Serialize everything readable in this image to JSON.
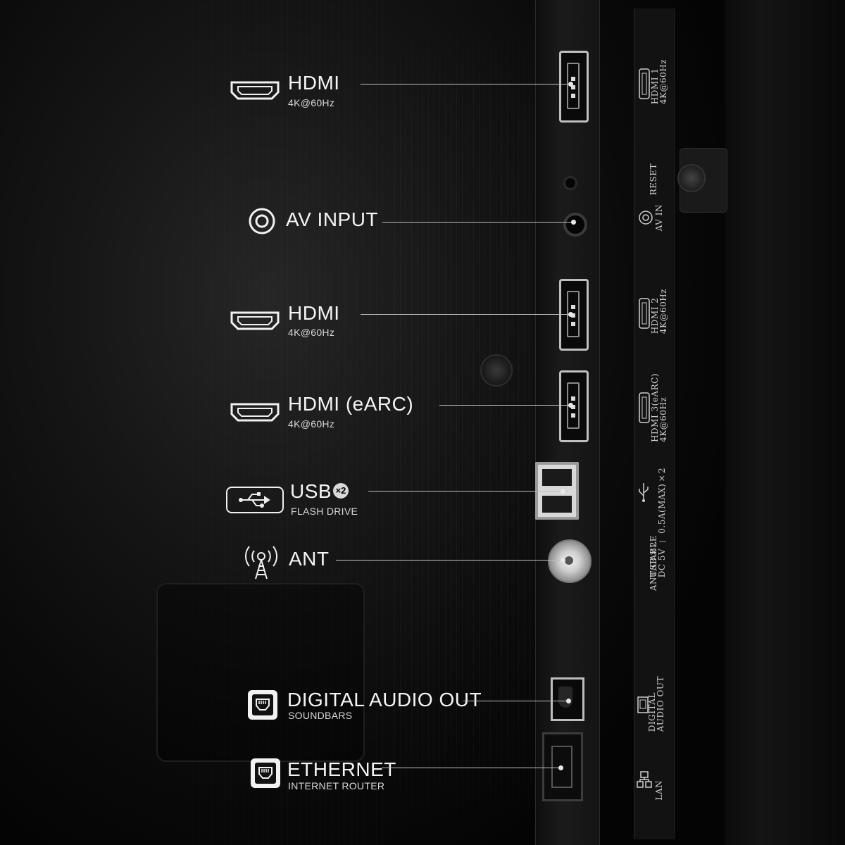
{
  "callouts": [
    {
      "id": "hdmi1",
      "title": "HDMI",
      "subtitle": "4K@60Hz",
      "icon": "hdmi-icon"
    },
    {
      "id": "av",
      "title": "AV INPUT",
      "subtitle": "",
      "icon": "av-input-icon"
    },
    {
      "id": "hdmi2",
      "title": "HDMI",
      "subtitle": "4K@60Hz",
      "icon": "hdmi-icon"
    },
    {
      "id": "hdmi3",
      "title": "HDMI (eARC)",
      "subtitle": "4K@60Hz",
      "icon": "hdmi-icon"
    },
    {
      "id": "usb",
      "title": "USB",
      "badge": "×2",
      "subtitle": "FLASH DRIVE",
      "icon": "usb-icon"
    },
    {
      "id": "ant",
      "title": "ANT",
      "subtitle": "",
      "icon": "antenna-icon"
    },
    {
      "id": "optical",
      "title": "DIGITAL AUDIO OUT",
      "subtitle": "SOUNDBARS",
      "icon": "optical-audio-icon"
    },
    {
      "id": "ethernet",
      "title": "ETHERNET",
      "subtitle": "INTERNET ROUTER",
      "icon": "ethernet-icon"
    }
  ],
  "panel_labels": {
    "hdmi1": [
      "HDMI 1",
      "4K@60Hz"
    ],
    "reset": "RESET",
    "av_in": "AV IN",
    "hdmi2": [
      "HDMI 2",
      "4K@60Hz"
    ],
    "hdmi3": [
      "HDMI 3(eARC)",
      "4K@60Hz"
    ],
    "usb": [
      "USB×2",
      "DC 5V ⎓ 0.5A(MAX)×2"
    ],
    "ant": "ANT/CABLE",
    "digital_audio": [
      "DIGITAL",
      "AUDIO OUT"
    ],
    "lan": "LAN"
  },
  "colors": {
    "background": "#0a0a0a",
    "text": "#f5f5f5",
    "line": "#bdbdbd"
  }
}
